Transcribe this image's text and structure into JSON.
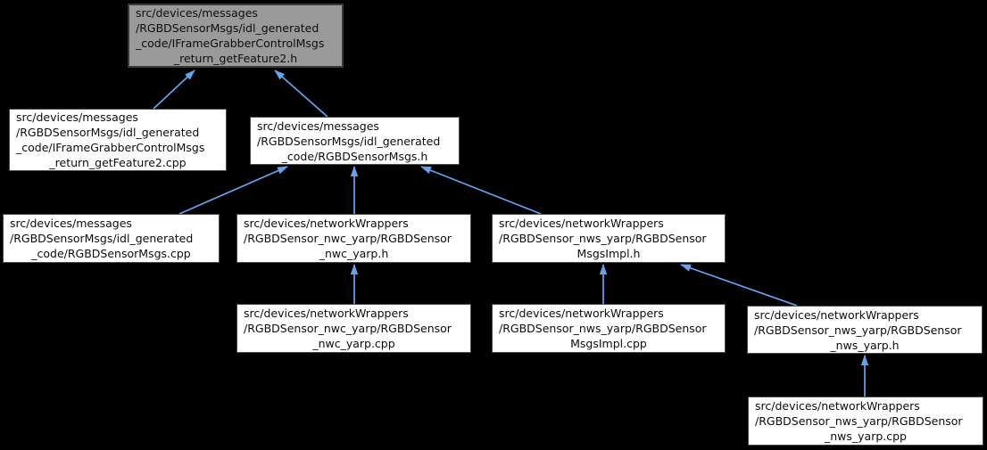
{
  "graph": {
    "kind": "included-by-dependency-graph",
    "colors": {
      "background": "#000000",
      "edge": "#63a4f1",
      "node_fill": "#ffffff",
      "node_border": "#4a4a4a",
      "highlight_fill": "#9a9a9a",
      "highlight_border": "#3a3a3a",
      "text": "#0d0d0d"
    },
    "nodes": [
      {
        "id": "getFeature2_h",
        "highlighted": true,
        "lines": [
          "src/devices/messages",
          "/RGBDSensorMsgs/idl_generated",
          "_code/IFrameGrabberControlMsgs",
          "_return_getFeature2.h"
        ]
      },
      {
        "id": "getFeature2_cpp",
        "highlighted": false,
        "lines": [
          "src/devices/messages",
          "/RGBDSensorMsgs/idl_generated",
          "_code/IFrameGrabberControlMsgs",
          "_return_getFeature2.cpp"
        ]
      },
      {
        "id": "RGBDSensorMsgs_h",
        "highlighted": false,
        "lines": [
          "src/devices/messages",
          "/RGBDSensorMsgs/idl_generated",
          "_code/RGBDSensorMsgs.h"
        ]
      },
      {
        "id": "RGBDSensorMsgs_cpp",
        "highlighted": false,
        "lines": [
          "src/devices/messages",
          "/RGBDSensorMsgs/idl_generated",
          "_code/RGBDSensorMsgs.cpp"
        ]
      },
      {
        "id": "nwc_yarp_h",
        "highlighted": false,
        "lines": [
          "src/devices/networkWrappers",
          "/RGBDSensor_nwc_yarp/RGBDSensor",
          "_nwc_yarp.h"
        ]
      },
      {
        "id": "MsgsImpl_h",
        "highlighted": false,
        "lines": [
          "src/devices/networkWrappers",
          "/RGBDSensor_nws_yarp/RGBDSensor",
          "MsgsImpl.h"
        ]
      },
      {
        "id": "nwc_yarp_cpp",
        "highlighted": false,
        "lines": [
          "src/devices/networkWrappers",
          "/RGBDSensor_nwc_yarp/RGBDSensor",
          "_nwc_yarp.cpp"
        ]
      },
      {
        "id": "MsgsImpl_cpp",
        "highlighted": false,
        "lines": [
          "src/devices/networkWrappers",
          "/RGBDSensor_nws_yarp/RGBDSensor",
          "MsgsImpl.cpp"
        ]
      },
      {
        "id": "nws_yarp_h",
        "highlighted": false,
        "lines": [
          "src/devices/networkWrappers",
          "/RGBDSensor_nws_yarp/RGBDSensor",
          "_nws_yarp.h"
        ]
      },
      {
        "id": "nws_yarp_cpp",
        "highlighted": false,
        "lines": [
          "src/devices/networkWrappers",
          "/RGBDSensor_nws_yarp/RGBDSensor",
          "_nws_yarp.cpp"
        ]
      }
    ],
    "edges": [
      {
        "from": "getFeature2_cpp",
        "to": "getFeature2_h"
      },
      {
        "from": "RGBDSensorMsgs_h",
        "to": "getFeature2_h"
      },
      {
        "from": "RGBDSensorMsgs_cpp",
        "to": "RGBDSensorMsgs_h"
      },
      {
        "from": "nwc_yarp_h",
        "to": "RGBDSensorMsgs_h"
      },
      {
        "from": "MsgsImpl_h",
        "to": "RGBDSensorMsgs_h"
      },
      {
        "from": "nwc_yarp_cpp",
        "to": "nwc_yarp_h"
      },
      {
        "from": "MsgsImpl_cpp",
        "to": "MsgsImpl_h"
      },
      {
        "from": "nws_yarp_h",
        "to": "MsgsImpl_h"
      },
      {
        "from": "nws_yarp_cpp",
        "to": "nws_yarp_h"
      }
    ]
  }
}
